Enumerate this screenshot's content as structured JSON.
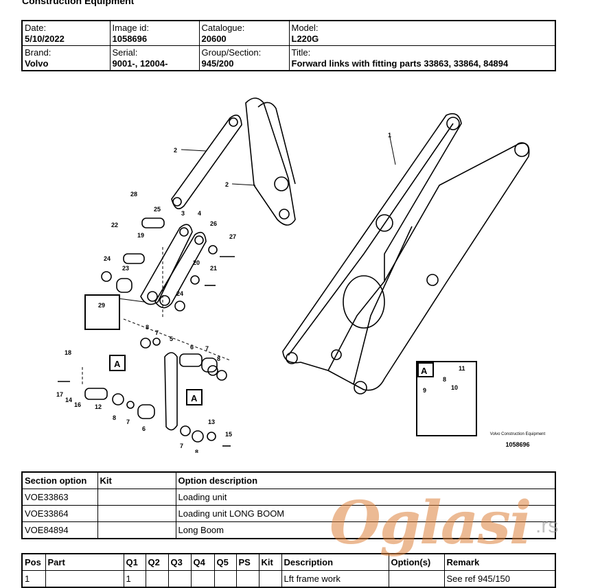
{
  "page": {
    "top_label": "Construction Equipment"
  },
  "header": {
    "row1": [
      {
        "label": "Date:",
        "value": "5/10/2022"
      },
      {
        "label": "Image id:",
        "value": "1058696"
      },
      {
        "label": "Catalogue:",
        "value": "20600"
      },
      {
        "label": "Model:",
        "value": "L220G"
      }
    ],
    "row2": [
      {
        "label": "Brand:",
        "value": "Volvo"
      },
      {
        "label": "Serial:",
        "value": "9001-, 12004-"
      },
      {
        "label": "Group/Section:",
        "value": "945/200"
      },
      {
        "label": "Title:",
        "value": "Forward links with fitting parts 33863, 33864, 84894"
      }
    ]
  },
  "drawing": {
    "callouts": [
      "1",
      "2",
      "2",
      "28",
      "25",
      "3",
      "4",
      "22",
      "19",
      "26",
      "27",
      "24",
      "23",
      "20",
      "21",
      "29",
      "24",
      "8",
      "7",
      "5",
      "6",
      "7",
      "8",
      "18",
      "A",
      "17",
      "14",
      "16",
      "12",
      "8",
      "7",
      "6",
      "A",
      "13",
      "15",
      "7",
      "8",
      "A",
      "9",
      "8",
      "10",
      "11"
    ],
    "brand_caption": "Volvo Construction Equipment",
    "image_id": "1058696"
  },
  "options": {
    "headers": [
      "Section option",
      "Kit",
      "Option description"
    ],
    "rows": [
      [
        "VOE33863",
        "",
        "Loading unit"
      ],
      [
        "VOE33864",
        "",
        "Loading unit LONG BOOM"
      ],
      [
        "VOE84894",
        "",
        "Long Boom"
      ]
    ]
  },
  "parts": {
    "headers": [
      "Pos",
      "Part",
      "Q1",
      "Q2",
      "Q3",
      "Q4",
      "Q5",
      "PS",
      "Kit",
      "Description",
      "Option(s)",
      "Remark"
    ],
    "rows": [
      [
        "1",
        "",
        "1",
        "",
        "",
        "",
        "",
        "",
        "",
        "Lft frame work",
        "",
        "See ref 945/150"
      ]
    ]
  },
  "watermark": {
    "text": "Oglasi",
    "tld": ".rs"
  }
}
